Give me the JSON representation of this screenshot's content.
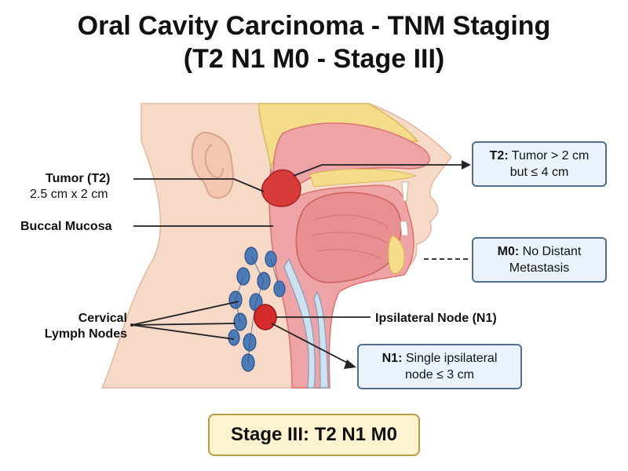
{
  "title": {
    "line1": "Oral Cavity Carcinoma - TNM Staging",
    "line2": "(T2 N1 M0 - Stage III)"
  },
  "labels": {
    "tumor_title": "Tumor (T2)",
    "tumor_size": "2.5 cm x 2 cm",
    "buccal": "Buccal Mucosa",
    "cervical_line1": "Cervical",
    "cervical_line2": "Lymph Nodes",
    "ipsilateral": "Ipsilateral Node (N1)"
  },
  "boxes": {
    "t2": {
      "key": "T2:",
      "line1": "Tumor > 2 cm",
      "line2": "but ≤ 4 cm"
    },
    "m0": {
      "key": "M0:",
      "line1": "No Distant",
      "line2": "Metastasis"
    },
    "n1": {
      "key": "N1:",
      "line1": "Single ipsilateral",
      "line2": "node ≤ 3 cm"
    }
  },
  "stage": "Stage III: T2 N1 M0",
  "colors": {
    "skin": "#f6d9c6",
    "skin_shadow": "#e8b9a0",
    "tissue": "#eea3a6",
    "tissue_dark": "#d9736f",
    "tongue": "#e88f91",
    "bone": "#f4dc8a",
    "tumor": "#d93a3a",
    "node_blue": "#4d7bb5",
    "node_red": "#d62b2b",
    "airway": "#cfe0ee",
    "box_fill": "#eaf3fb",
    "box_border": "#4f6f8c",
    "stage_fill": "#fdf3d0",
    "stage_border": "#b99a45"
  }
}
